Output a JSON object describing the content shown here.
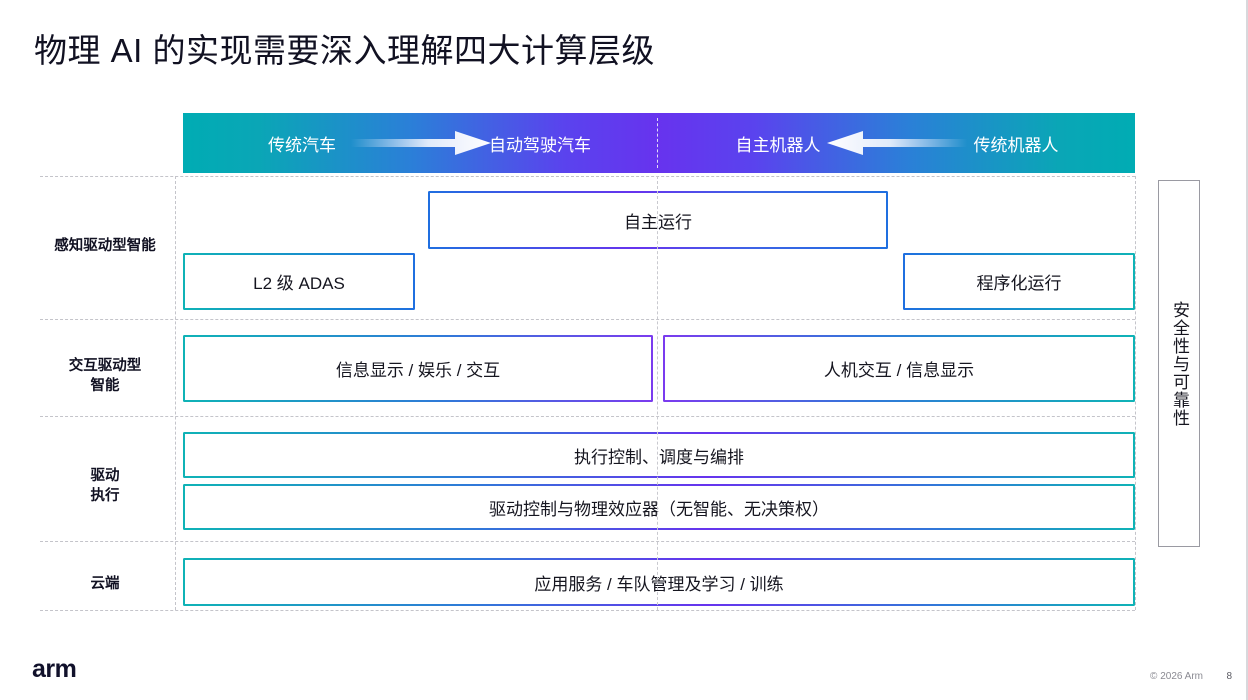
{
  "title": "物理 AI 的实现需要深入理解四大计算层级",
  "spectrum": {
    "left_start_label": "传统汽车",
    "left_end_label": "自动驾驶汽车",
    "right_start_label": "自主机器人",
    "right_end_label": "传统机器人",
    "arrow_right_name": "right-arrow",
    "arrow_left_name": "left-arrow",
    "gradient_teal": "#00ACB4",
    "gradient_blue": "#2B7FD8",
    "gradient_purple": "#6733EE"
  },
  "rows": [
    {
      "label": "感知驱动型智能",
      "boxes": [
        {
          "text": "自主运行"
        },
        {
          "text": "L2 级 ADAS"
        },
        {
          "text": "程序化运行"
        }
      ]
    },
    {
      "label_line1": "交互驱动型",
      "label_line2": "智能",
      "boxes": [
        {
          "text": "信息显示 / 娱乐 / 交互"
        },
        {
          "text": "人机交互 / 信息显示"
        }
      ]
    },
    {
      "label_line1": "驱动",
      "label_line2": "执行",
      "boxes": [
        {
          "text": "执行控制、调度与编排"
        },
        {
          "text": "驱动控制与物理效应器（无智能、无决策权）"
        }
      ]
    },
    {
      "label": "云端",
      "boxes": [
        {
          "text": "应用服务 / 车队管理及学习 / 训练"
        }
      ]
    }
  ],
  "side_panel": {
    "text": "安全性与可靠性"
  },
  "footer": {
    "logo": "arm",
    "copyright": "© 2026 Arm",
    "page_number": "8"
  }
}
